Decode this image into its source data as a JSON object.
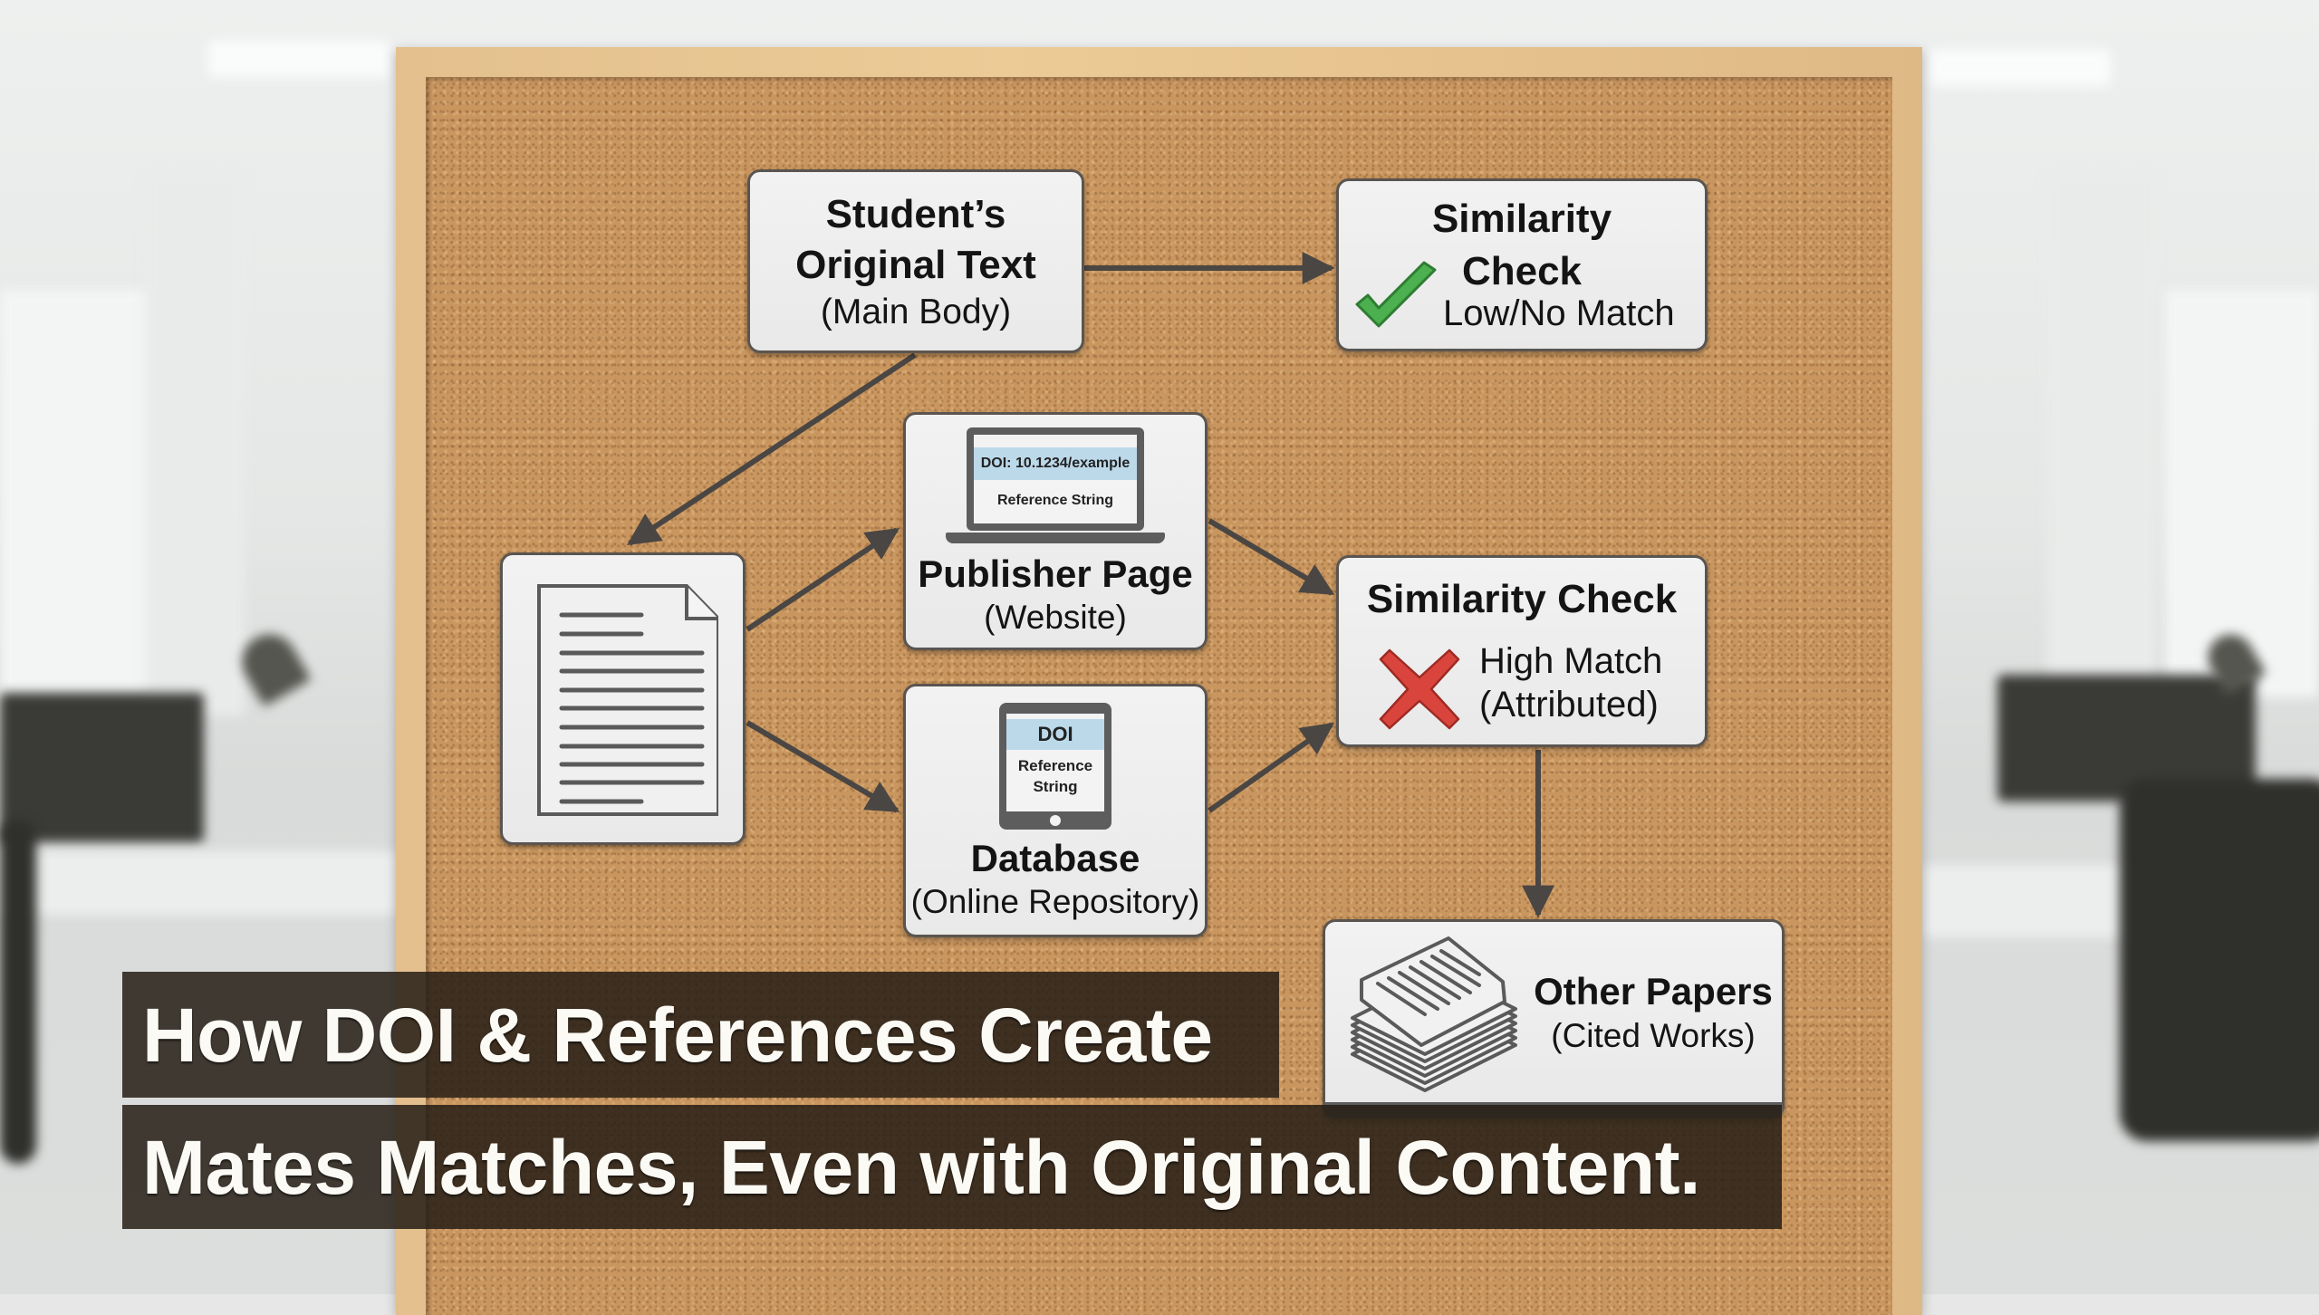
{
  "diagram": {
    "title_caption": {
      "line1": "How DOI & References Create",
      "line2": "Mates Matches, Even with Original Content."
    },
    "nodes": {
      "student_text": {
        "title_line1": "Student’s",
        "title_line2": "Original Text",
        "subtitle": "(Main Body)"
      },
      "similarity_low": {
        "title_line1": "Similarity",
        "title_line2": "Check",
        "result": "Low/No Match",
        "icon": "check-icon",
        "icon_color": "#4caf50"
      },
      "document": {
        "icon": "document-icon"
      },
      "publisher_page": {
        "screen_doi": "DOI: 10.1234/example",
        "screen_ref": "Reference String",
        "title": "Publisher Page",
        "subtitle": "(Website)",
        "icon": "laptop-icon"
      },
      "database": {
        "screen_doi": "DOI",
        "screen_ref_line1": "Reference",
        "screen_ref_line2": "String",
        "title": "Database",
        "subtitle": "(Online Repository)",
        "icon": "tablet-icon"
      },
      "similarity_high": {
        "title": "Similarity Check",
        "result_line1": "High Match",
        "result_line2": "(Attributed)",
        "icon": "x-icon",
        "icon_color": "#d9453d"
      },
      "other_papers": {
        "title": "Other Papers",
        "subtitle": "(Cited Works)",
        "icon": "paper-stack-icon"
      }
    },
    "edges": [
      {
        "from": "student_text",
        "to": "similarity_low"
      },
      {
        "from": "student_text",
        "to": "document"
      },
      {
        "from": "document",
        "to": "publisher_page"
      },
      {
        "from": "document",
        "to": "database"
      },
      {
        "from": "publisher_page",
        "to": "similarity_high"
      },
      {
        "from": "database",
        "to": "similarity_high"
      },
      {
        "from": "similarity_high",
        "to": "other_papers"
      }
    ],
    "colors": {
      "cork": "#c9965f",
      "frame": "#e6c391",
      "card": "#eeeeee",
      "arrow": "#4a4643",
      "screen_highlight": "#bcd9ea",
      "caption_bg": "#2a2118"
    }
  }
}
